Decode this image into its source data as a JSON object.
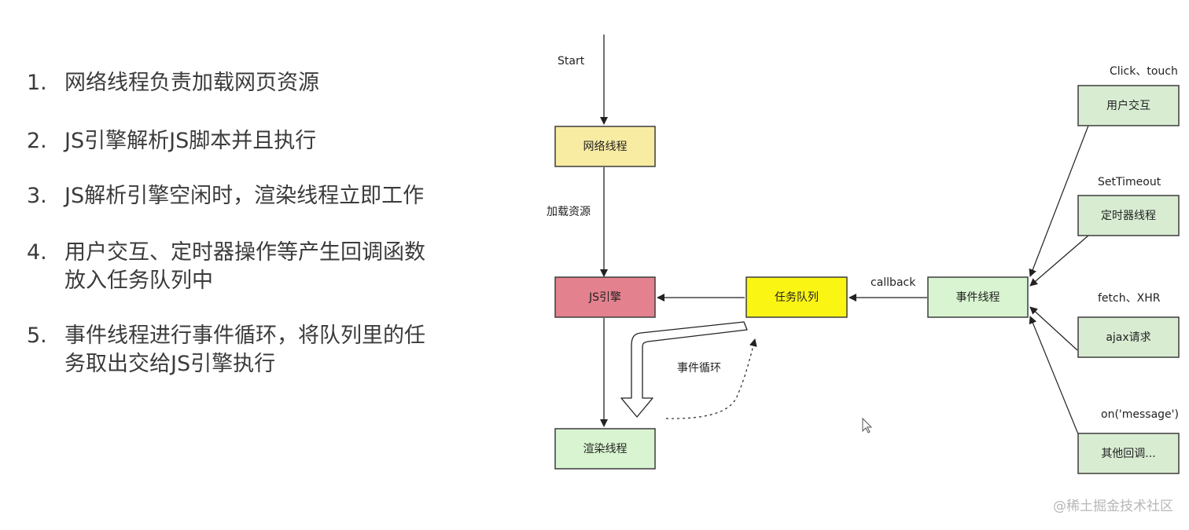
{
  "list_items": [
    {
      "num": "1.",
      "lines": [
        "网络线程负责加载网页资源"
      ]
    },
    {
      "num": "2.",
      "lines": [
        "JS引擎解析JS脚本并且执行"
      ]
    },
    {
      "num": "3.",
      "lines": [
        "JS解析引擎空闲时，渲染线程立即工作"
      ]
    },
    {
      "num": "4.",
      "lines": [
        "用户交互、定时器操作等产生回调函数",
        "放入任务队列中"
      ]
    },
    {
      "num": "5.",
      "lines": [
        "事件线程进行事件循环，将队列里的任",
        "务取出交给JS引擎执行"
      ]
    }
  ],
  "diagram": {
    "start_label": "Start",
    "load_label": "加载资源",
    "callback_label": "callback",
    "loop_label": "事件循环",
    "nodes": {
      "network": "网络线程",
      "js_engine": "JS引擎",
      "render": "渲染线程",
      "task_queue": "任务队列",
      "event_thread": "事件线程",
      "user_interaction": "用户交互",
      "timer": "定时器线程",
      "ajax": "ajax请求",
      "other": "其他回调..."
    },
    "source_labels": {
      "user_interaction": "Click、touch",
      "timer": "SetTimeout",
      "ajax": "fetch、XHR",
      "other": "on('message')"
    },
    "colors": {
      "network": "#f8eba2",
      "js_engine": "#e4818e",
      "render": "#d8f4d0",
      "task_queue": "#fbf514",
      "event_thread": "#d8f4d0",
      "sources": "#d8ecd2",
      "border": "#3d3d3d"
    }
  },
  "watermark": "@稀土掘金技术社区"
}
